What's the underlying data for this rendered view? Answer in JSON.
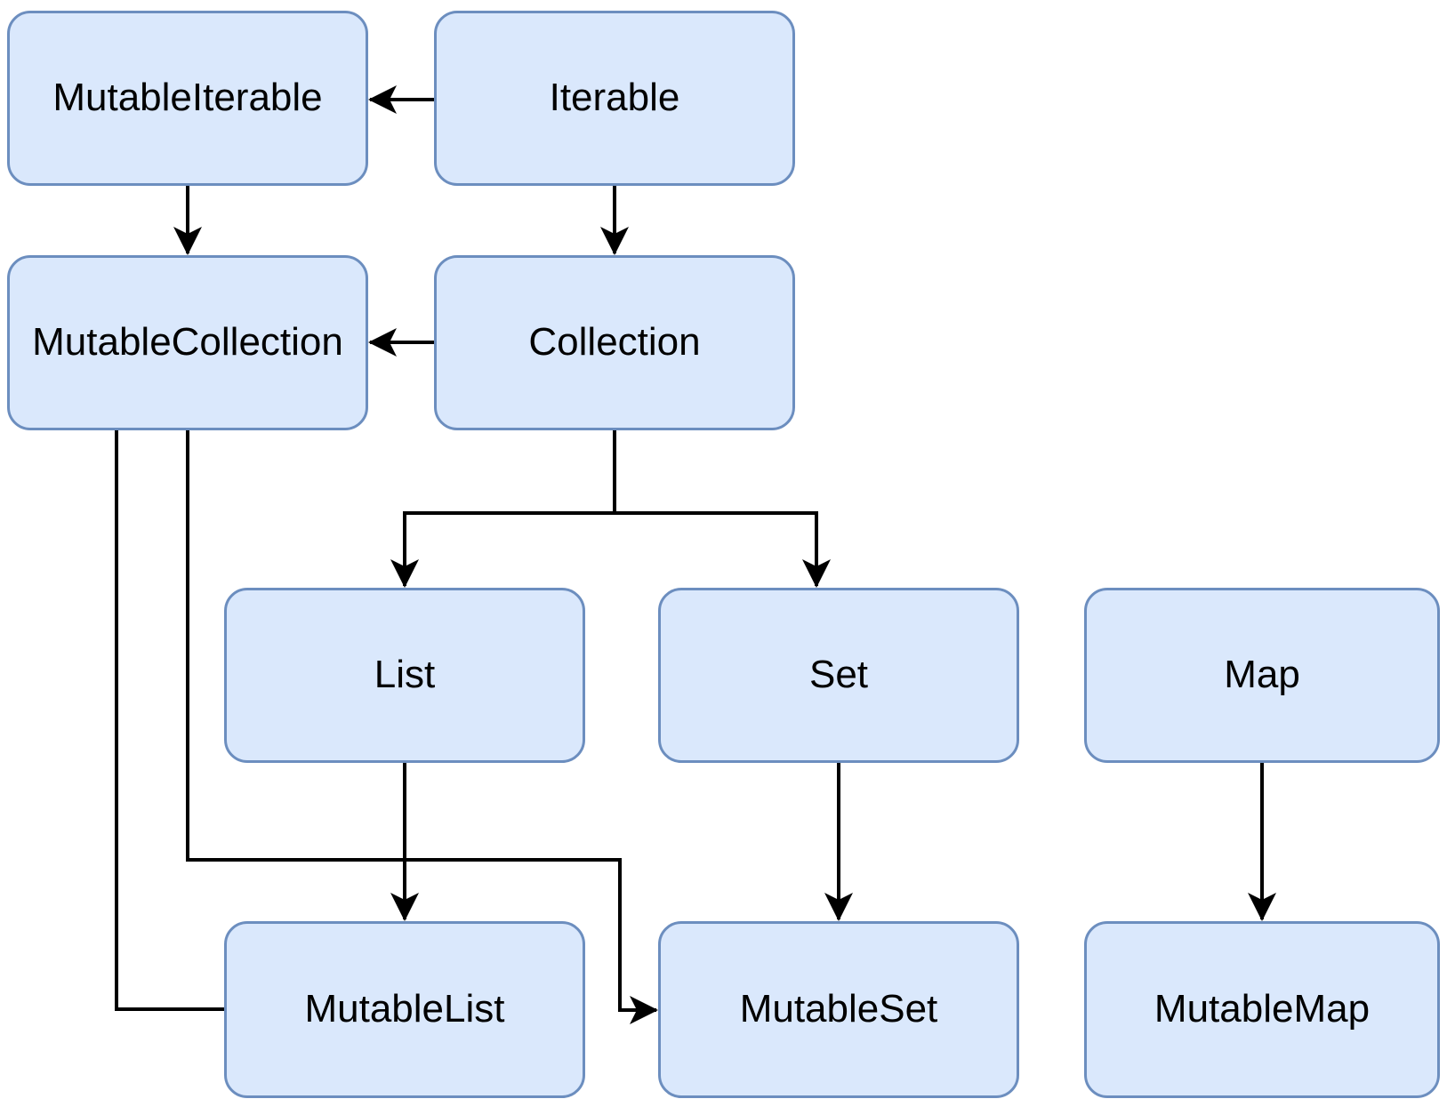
{
  "diagram": {
    "kind": "class-hierarchy",
    "nodes": {
      "mutable_iterable": "MutableIterable",
      "iterable": "Iterable",
      "mutable_collection": "MutableCollection",
      "collection": "Collection",
      "list": "List",
      "set": "Set",
      "map": "Map",
      "mutable_list": "MutableList",
      "mutable_set": "MutableSet",
      "mutable_map": "MutableMap"
    },
    "edges": [
      {
        "from": "Iterable",
        "to": "MutableIterable",
        "arrowhead": true
      },
      {
        "from": "Iterable",
        "to": "Collection",
        "arrowhead": true
      },
      {
        "from": "MutableIterable",
        "to": "MutableCollection",
        "arrowhead": true
      },
      {
        "from": "Collection",
        "to": "MutableCollection",
        "arrowhead": true
      },
      {
        "from": "Collection",
        "to": "List",
        "arrowhead": true
      },
      {
        "from": "Collection",
        "to": "Set",
        "arrowhead": true
      },
      {
        "from": "List",
        "to": "MutableList",
        "arrowhead": true
      },
      {
        "from": "Set",
        "to": "MutableSet",
        "arrowhead": true
      },
      {
        "from": "Map",
        "to": "MutableMap",
        "arrowhead": true
      },
      {
        "from": "MutableCollection",
        "to": "MutableList",
        "arrowhead": false
      },
      {
        "from": "MutableCollection",
        "to": "MutableSet",
        "arrowhead": true
      }
    ],
    "colors": {
      "node_fill": "#dae8fc",
      "node_border": "#6c8ebf",
      "connector": "#000000",
      "background": "#ffffff",
      "text": "#000000"
    }
  }
}
